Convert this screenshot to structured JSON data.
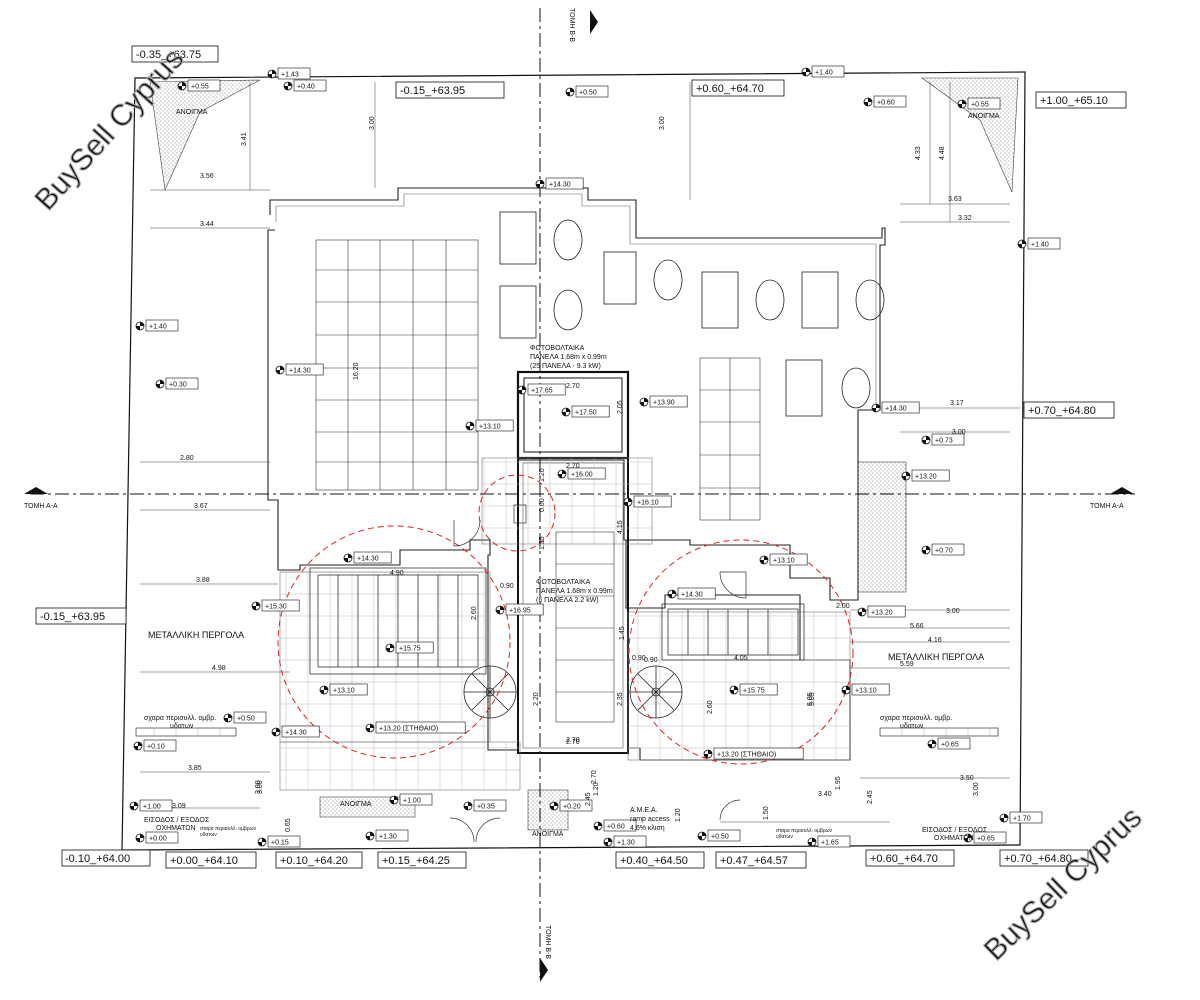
{
  "section_labels": {
    "section_aa": "ΤΟΜΗ Α-Α",
    "section_bb": "ΤΟΜΗ Β-Β"
  },
  "watermark": "BuySell Cyprus",
  "boundary_labels": [
    {
      "id": "bl-1",
      "text": "-0.35_+63.75"
    },
    {
      "id": "bl-2",
      "text": "-0.15_+63.95"
    },
    {
      "id": "bl-3",
      "text": "+0.60_+64.70"
    },
    {
      "id": "bl-4",
      "text": "+1.00_+65.10"
    },
    {
      "id": "bl-5",
      "text": "+0.70_+64.80"
    },
    {
      "id": "bl-6",
      "text": "-0.15_+63.95"
    },
    {
      "id": "bl-7",
      "text": "-0.10_+64.00"
    },
    {
      "id": "bl-8",
      "text": "+0.00_+64.10"
    },
    {
      "id": "bl-9",
      "text": "+0.10_+64.20"
    },
    {
      "id": "bl-10",
      "text": "+0.15_+64.25"
    },
    {
      "id": "bl-11",
      "text": "+0.40_+64.50"
    },
    {
      "id": "bl-12",
      "text": "+0.47_+64.57"
    },
    {
      "id": "bl-13",
      "text": "+0.60_+64.70"
    },
    {
      "id": "bl-14",
      "text": "+0.70_+64.80"
    }
  ],
  "level_marks": [
    {
      "id": "lm-1",
      "text": "+1.43"
    },
    {
      "id": "lm-2",
      "text": "+0.40"
    },
    {
      "id": "lm-3",
      "text": "+0.55"
    },
    {
      "id": "lm-4",
      "text": "+0.50"
    },
    {
      "id": "lm-5",
      "text": "+1.40"
    },
    {
      "id": "lm-6",
      "text": "+0.60"
    },
    {
      "id": "lm-7",
      "text": "+0.55"
    },
    {
      "id": "lm-8",
      "text": "+14.30"
    },
    {
      "id": "lm-9",
      "text": "+1.40"
    },
    {
      "id": "lm-10",
      "text": "+1.40"
    },
    {
      "id": "lm-11",
      "text": "+0.30"
    },
    {
      "id": "lm-12",
      "text": "+14.30"
    },
    {
      "id": "lm-13",
      "text": "+17.65"
    },
    {
      "id": "lm-14",
      "text": "+17.50"
    },
    {
      "id": "lm-15",
      "text": "+13.90"
    },
    {
      "id": "lm-16",
      "text": "+13.10"
    },
    {
      "id": "lm-17",
      "text": "+14.30"
    },
    {
      "id": "lm-18",
      "text": "+0.73"
    },
    {
      "id": "lm-19",
      "text": "+13.20"
    },
    {
      "id": "lm-20",
      "text": "+16.00"
    },
    {
      "id": "lm-21",
      "text": "+16.10"
    },
    {
      "id": "lm-22",
      "text": "+0.70"
    },
    {
      "id": "lm-23",
      "text": "+14.30"
    },
    {
      "id": "lm-24",
      "text": "+13.10"
    },
    {
      "id": "lm-25",
      "text": "+15.30"
    },
    {
      "id": "lm-26",
      "text": "+16.95"
    },
    {
      "id": "lm-27",
      "text": "+14.30"
    },
    {
      "id": "lm-28",
      "text": "+13.20"
    },
    {
      "id": "lm-29",
      "text": "+15.75"
    },
    {
      "id": "lm-30",
      "text": "+13.10"
    },
    {
      "id": "lm-31",
      "text": "+13.10"
    },
    {
      "id": "lm-32",
      "text": "+15.75"
    },
    {
      "id": "lm-33",
      "text": "+0.50"
    },
    {
      "id": "lm-34",
      "text": "+14.30"
    },
    {
      "id": "lm-35",
      "text": "+13.20 (ΣΤΗΘΑΙΟ)"
    },
    {
      "id": "lm-36",
      "text": "+0.10"
    },
    {
      "id": "lm-37",
      "text": "+13.20 (ΣΤΗΘΑΙΟ)"
    },
    {
      "id": "lm-38",
      "text": "+0.65"
    },
    {
      "id": "lm-39",
      "text": "+1.00"
    },
    {
      "id": "lm-40",
      "text": "+0.00"
    },
    {
      "id": "lm-41",
      "text": "+1.00"
    },
    {
      "id": "lm-42",
      "text": "+1.30"
    },
    {
      "id": "lm-43",
      "text": "+0.15"
    },
    {
      "id": "lm-44",
      "text": "+0.35"
    },
    {
      "id": "lm-45",
      "text": "+0.20"
    },
    {
      "id": "lm-46",
      "text": "+0.60"
    },
    {
      "id": "lm-47",
      "text": "+1.30"
    },
    {
      "id": "lm-48",
      "text": "+0.50"
    },
    {
      "id": "lm-49",
      "text": "+1.65"
    },
    {
      "id": "lm-50",
      "text": "+0.65"
    },
    {
      "id": "lm-51",
      "text": "+1.70"
    }
  ],
  "dimensions": [
    {
      "id": "d-1",
      "text": "3.41"
    },
    {
      "id": "d-2",
      "text": "3.00"
    },
    {
      "id": "d-3",
      "text": "3.00"
    },
    {
      "id": "d-4",
      "text": "4.33"
    },
    {
      "id": "d-5",
      "text": "4.48"
    },
    {
      "id": "d-6",
      "text": "3.56"
    },
    {
      "id": "d-7",
      "text": "3.44"
    },
    {
      "id": "d-8",
      "text": "3.63"
    },
    {
      "id": "d-9",
      "text": "3.32"
    },
    {
      "id": "d-10",
      "text": "16.20"
    },
    {
      "id": "d-11",
      "text": "2.70"
    },
    {
      "id": "d-12",
      "text": "2.05"
    },
    {
      "id": "d-13",
      "text": "3.17"
    },
    {
      "id": "d-14",
      "text": "3.00"
    },
    {
      "id": "d-15",
      "text": "2.80"
    },
    {
      "id": "d-16",
      "text": "2.70"
    },
    {
      "id": "d-17",
      "text": "1.20"
    },
    {
      "id": "d-18",
      "text": "3.67"
    },
    {
      "id": "d-19",
      "text": "0.60"
    },
    {
      "id": "d-20",
      "text": "1.35"
    },
    {
      "id": "d-21",
      "text": "4.15"
    },
    {
      "id": "d-22",
      "text": "2.70"
    },
    {
      "id": "d-23",
      "text": "4.90"
    },
    {
      "id": "d-24",
      "text": "3.88"
    },
    {
      "id": "d-25",
      "text": "0.90"
    },
    {
      "id": "d-26",
      "text": "2.60"
    },
    {
      "id": "d-27",
      "text": "2.00"
    },
    {
      "id": "d-28",
      "text": "3.00"
    },
    {
      "id": "d-29",
      "text": "5.66"
    },
    {
      "id": "d-30",
      "text": "4.16"
    },
    {
      "id": "d-31",
      "text": "5.59"
    },
    {
      "id": "d-32",
      "text": "4.98"
    },
    {
      "id": "d-33",
      "text": "1.45"
    },
    {
      "id": "d-34",
      "text": "0.90"
    },
    {
      "id": "d-35",
      "text": "4.05"
    },
    {
      "id": "d-36",
      "text": "2.20"
    },
    {
      "id": "d-37",
      "text": "2.35"
    },
    {
      "id": "d-38",
      "text": "2.60"
    },
    {
      "id": "d-39",
      "text": "5.05"
    },
    {
      "id": "d-40",
      "text": "2.70"
    },
    {
      "id": "d-41",
      "text": "3.85"
    },
    {
      "id": "d-42",
      "text": "3.50"
    },
    {
      "id": "d-43",
      "text": "3.00"
    },
    {
      "id": "d-44",
      "text": "3.09"
    },
    {
      "id": "d-45",
      "text": "2.70"
    },
    {
      "id": "d-46",
      "text": "1.20"
    },
    {
      "id": "d-47",
      "text": "2.45"
    },
    {
      "id": "d-48",
      "text": "1.50"
    },
    {
      "id": "d-49",
      "text": "3.40"
    },
    {
      "id": "d-50",
      "text": "1.95"
    },
    {
      "id": "d-51",
      "text": "2.45"
    },
    {
      "id": "d-52",
      "text": "3.00"
    },
    {
      "id": "d-53",
      "text": "0.65"
    },
    {
      "id": "d-54",
      "text": "1.20"
    },
    {
      "id": "d-55",
      "text": "3.00"
    },
    {
      "id": "d-56",
      "text": "5.05"
    },
    {
      "id": "d-57",
      "text": "0.90"
    }
  ],
  "annotations": [
    {
      "id": "an-1",
      "text": "ΑΝΟΙΓΜΑ"
    },
    {
      "id": "an-2",
      "text": "ΑΝΟΙΓΜΑ"
    },
    {
      "id": "an-3",
      "text": "ΦΩΤΟΒΟΛΤΑΙΚΑ"
    },
    {
      "id": "an-4",
      "text": "ΠΑΝΕΛΑ 1.68m x 0.99m"
    },
    {
      "id": "an-5",
      "text": "(25 ΠΑΝΕΛΑ - 9.3 kW)"
    },
    {
      "id": "an-6",
      "text": "ΦΩΤΟΒΟΛΤΑΙΚΑ"
    },
    {
      "id": "an-7",
      "text": "ΠΑΝΕΛΑ 1.68m x 0.99m"
    },
    {
      "id": "an-8",
      "text": "(6 ΠΑΝΕΛΑ 2.2 kW)"
    },
    {
      "id": "an-9",
      "text": "ΜΕΤΑΛΛΙΚΗ ΠΕΡΓΟΛΑ"
    },
    {
      "id": "an-10",
      "text": "ΜΕΤΑΛΛΙΚΗ ΠΕΡΓΟΛΑ"
    },
    {
      "id": "an-11",
      "text": "σχαρα περισυλλ. ομβρ."
    },
    {
      "id": "an-12",
      "text": "υδατων"
    },
    {
      "id": "an-13",
      "text": "σχαρα περισυλλ. ομβρ."
    },
    {
      "id": "an-14",
      "text": "υδατων"
    },
    {
      "id": "an-15",
      "text": "ΑΝΟΙΓΜΑ"
    },
    {
      "id": "an-16",
      "text": "ΑΝΟΙΓΜΑ"
    },
    {
      "id": "an-17",
      "text": "Α.Μ.Ε.Α."
    },
    {
      "id": "an-18",
      "text": "ramp access"
    },
    {
      "id": "an-19",
      "text": "4.6% κλιση"
    },
    {
      "id": "an-20",
      "text": "ΕΙΣΟΔΟΣ / ΕΞΟΔΟΣ"
    },
    {
      "id": "an-21",
      "text": "ΟΧΗΜΑΤΩΝ"
    },
    {
      "id": "an-22",
      "text": "ΕΙΣΟΔΟΣ / ΕΞΟΔΟΣ"
    },
    {
      "id": "an-23",
      "text": "ΟΧΗΜΑΤΩΝ"
    },
    {
      "id": "an-24",
      "text": "σταρα περισυλλ. ομβρων"
    },
    {
      "id": "an-25",
      "text": "υδατων"
    },
    {
      "id": "an-26",
      "text": "σταρα περισυλλ. ομβρων"
    },
    {
      "id": "an-27",
      "text": "υδατων"
    }
  ],
  "colors": {
    "line": "#1a1a1a",
    "red_dash": "#e02020",
    "watermark": "#a9a9a9"
  }
}
